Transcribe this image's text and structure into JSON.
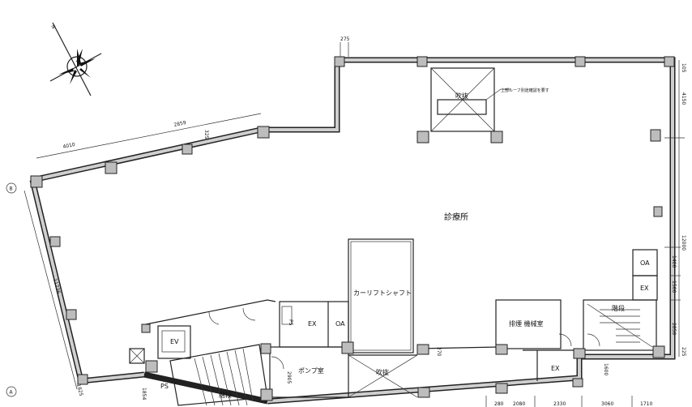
{
  "compass": {
    "north_label": "N"
  },
  "rooms": {
    "clinic": "診療所",
    "car_lift_shaft": "カーリフトシャフト",
    "pump_room": "ポンプ室",
    "void_bottom": "吹抜",
    "void_top": "吹抜",
    "ex_left": "EX",
    "oa_left": "OA",
    "smoke_machine_room": "排煙 機械室",
    "ex_bottom_right": "EX",
    "oa_right": "OA",
    "ex_right": "EX",
    "stairs_right": "階段",
    "elevator": "EV",
    "ps_bottom": "PS",
    "ps_small": "PS",
    "stairs_left": "階段"
  },
  "notes": {
    "roof_note": "上部ルーフ別途確認を要す"
  },
  "grid_markers": {
    "b": "B",
    "a": "A"
  },
  "dimensions": {
    "top_275": "275",
    "right_105": "105",
    "right_4150": "4150",
    "right_12000": "12000",
    "right_1400": "1400",
    "right_1500": "1500",
    "right_2850": "2850",
    "right_225": "225",
    "d_1600": "1600",
    "d_270": "270",
    "d_2905": "2905",
    "d_1854": "1854",
    "left_11736": "11736",
    "top_4010": "4010",
    "top_2859": "2859",
    "d_325": "325",
    "d_1825": "1825",
    "bottom_280": "280",
    "bottom_2080": "2080",
    "bottom_2330": "2330",
    "bottom_3060": "3060",
    "bottom_1710": "1710"
  }
}
